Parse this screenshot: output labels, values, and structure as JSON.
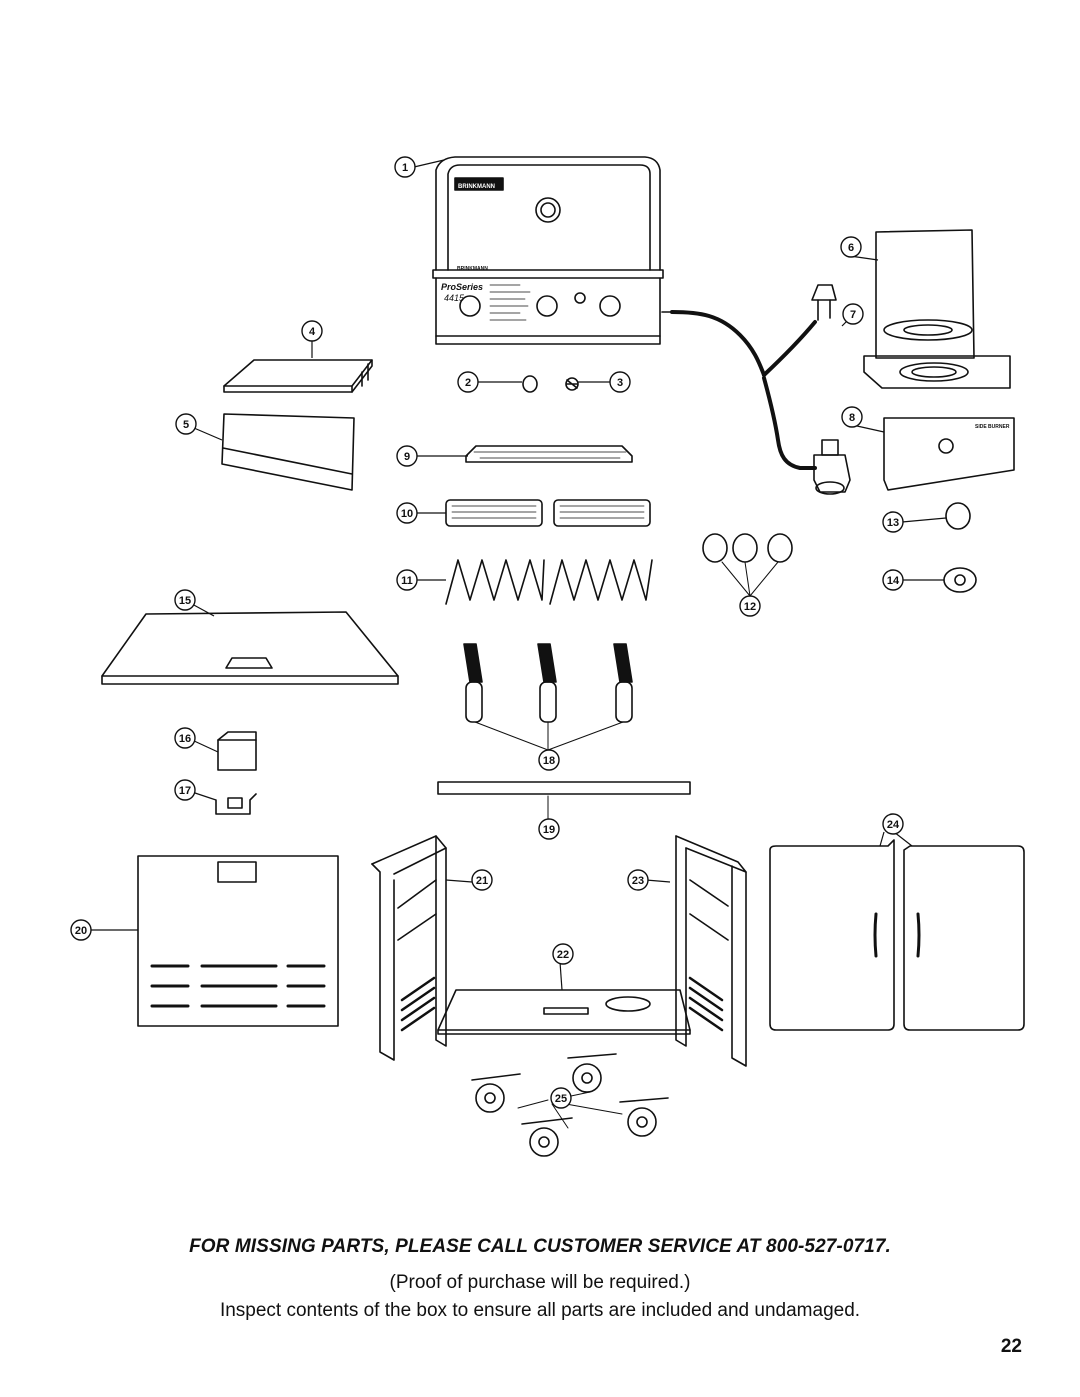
{
  "diagram": {
    "callouts": [
      "1",
      "2",
      "3",
      "4",
      "5",
      "6",
      "7",
      "8",
      "9",
      "10",
      "11",
      "12",
      "13",
      "14",
      "15",
      "16",
      "17",
      "18",
      "19",
      "20",
      "21",
      "22",
      "23",
      "24",
      "25"
    ],
    "brand": "BRINKMANN",
    "model_series": "ProSeries",
    "model_number": "4415",
    "side_burner_label": "SIDE BURNER"
  },
  "footer": {
    "missing_parts_notice": "FOR MISSING PARTS, PLEASE CALL CUSTOMER SERVICE AT 800-527-0717.",
    "proof_of_purchase": "(Proof of purchase will be required.)",
    "inspect_contents": "Inspect contents of the box to ensure all parts are included and undamaged.",
    "page_number": "22"
  }
}
